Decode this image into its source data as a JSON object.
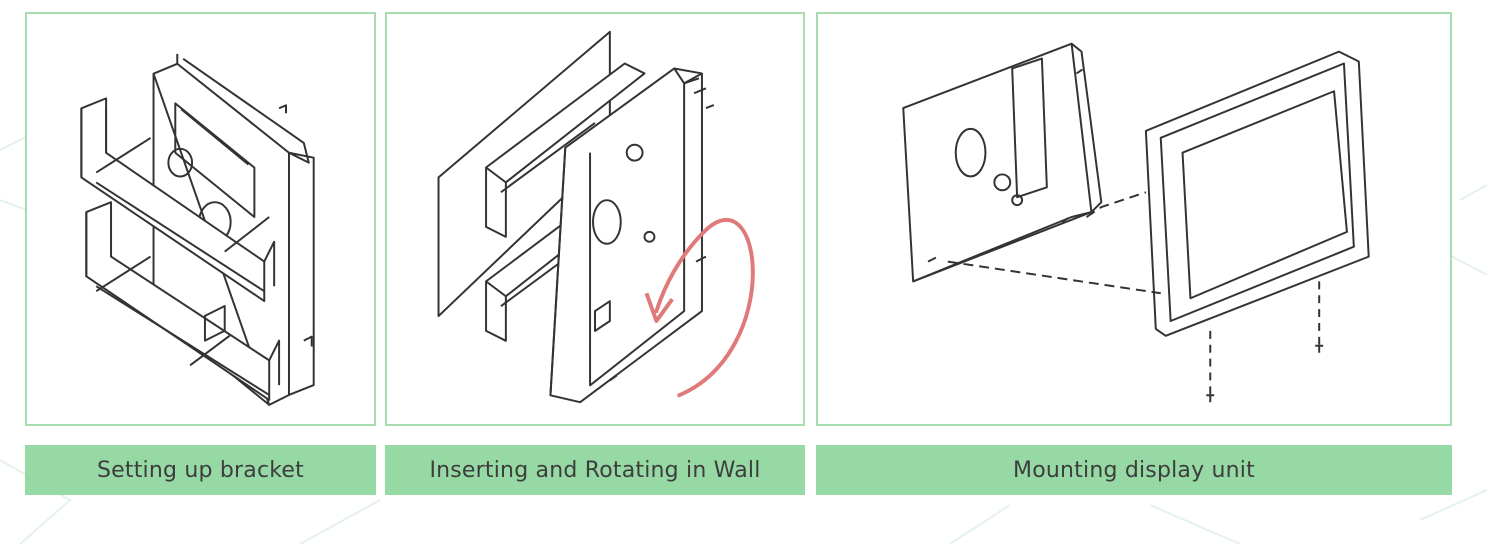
{
  "colors": {
    "panel_border": "#a6dcb0",
    "caption_bg": "#97d9a5",
    "caption_text": "#3d3d3d",
    "line_art": "#333333",
    "rotate_arrow": "#e07a7a"
  },
  "steps": [
    {
      "caption": "Setting up bracket"
    },
    {
      "caption": "Inserting and Rotating in Wall"
    },
    {
      "caption": "Mounting display unit"
    }
  ]
}
